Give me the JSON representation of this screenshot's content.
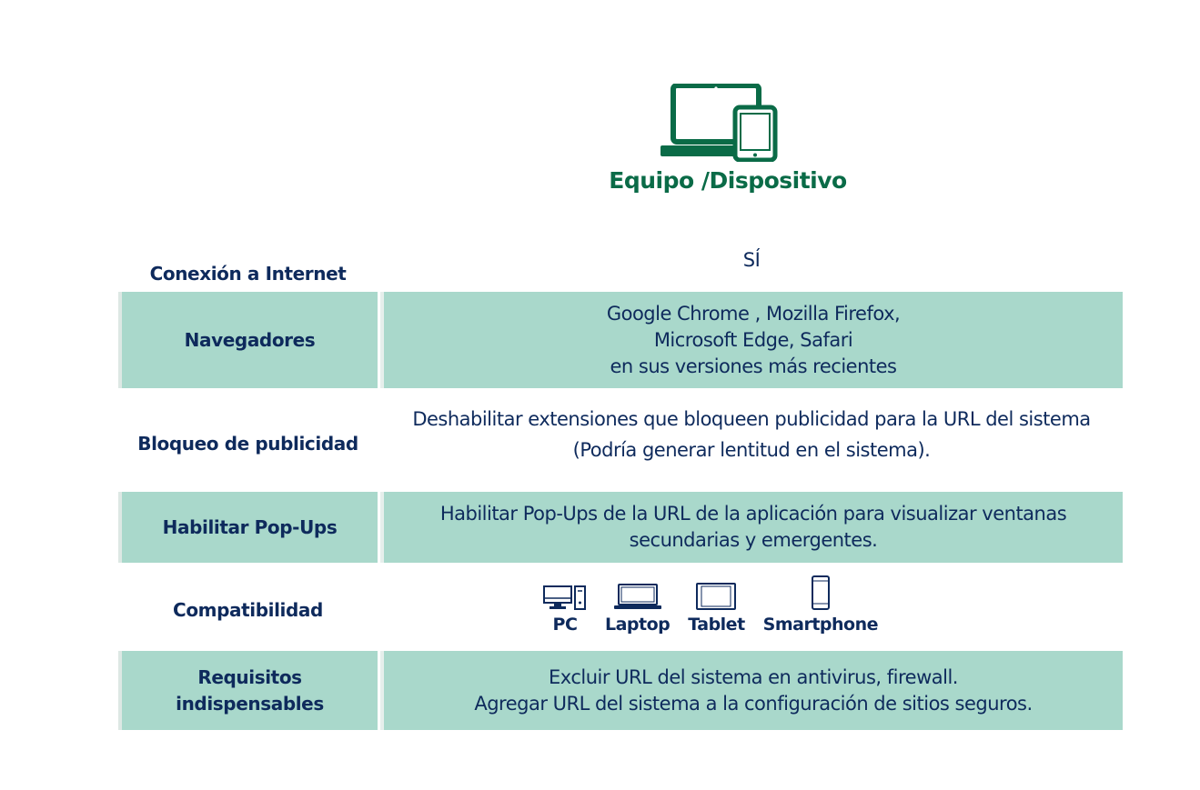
{
  "header": {
    "title": "Equipo /Dispositivo",
    "icon": "laptop-and-tablet-icon",
    "color": "#0a6b47"
  },
  "rows": [
    {
      "label": "Conexión a Internet",
      "lines": [
        "SÍ"
      ]
    },
    {
      "label": "Navegadores",
      "lines": [
        "Google Chrome , Mozilla Firefox,",
        "Microsoft Edge, Safari",
        "en sus versiones más recientes"
      ]
    },
    {
      "label": "Bloqueo de publicidad",
      "lines": [
        "Deshabilitar extensiones que bloqueen publicidad para la URL del sistema",
        "(Podría generar lentitud en el sistema)."
      ]
    },
    {
      "label": "Habilitar Pop-Ups",
      "lines": [
        "Habilitar Pop-Ups de la URL de la aplicación para visualizar ventanas",
        "secundarias y emergentes."
      ]
    },
    {
      "label": "Compatibilidad",
      "devices": [
        {
          "label": "PC",
          "icon": "desktop-pc-icon"
        },
        {
          "label": "Laptop",
          "icon": "laptop-icon"
        },
        {
          "label": "Tablet",
          "icon": "tablet-icon"
        },
        {
          "label": "Smartphone",
          "icon": "smartphone-icon"
        }
      ]
    },
    {
      "label": "Requisitos indispensables",
      "label_lines": [
        "Requisitos",
        "indispensables"
      ],
      "lines": [
        "Excluir URL del sistema en antivirus, firewall.",
        "Agregar URL del sistema a la configuración de sitios seguros."
      ]
    }
  ],
  "colors": {
    "text": "#0e2a5c",
    "shade": "#a9d8cb",
    "accent": "#0a6b47"
  }
}
